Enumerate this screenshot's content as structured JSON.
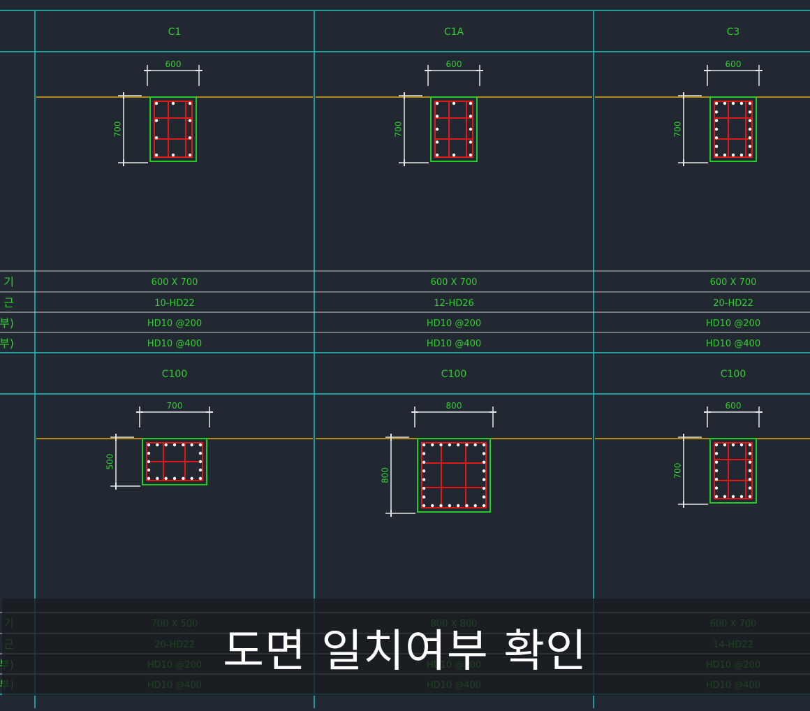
{
  "row_labels": [
    "기",
    "근",
    "부)",
    "부)"
  ],
  "rows": [
    {
      "columns": [
        {
          "name": "C1",
          "width": "600",
          "height": "700",
          "size": "600 X 700",
          "main_rebar": "10-HD22",
          "tie_end": "HD10 @200",
          "tie_mid": "HD10 @400"
        },
        {
          "name": "C1A",
          "width": "600",
          "height": "700",
          "size": "600 X 700",
          "main_rebar": "12-HD26",
          "tie_end": "HD10 @200",
          "tie_mid": "HD10 @400"
        },
        {
          "name": "C3",
          "width": "600",
          "height": "700",
          "size": "600 X 700",
          "main_rebar": "20-HD22",
          "tie_end": "HD10 @200",
          "tie_mid": "HD10 @400"
        }
      ]
    },
    {
      "columns": [
        {
          "name": "C100",
          "width": "700",
          "height": "500",
          "size": "700 X 500",
          "main_rebar": "20-HD22",
          "tie_end": "HD10 @200",
          "tie_mid": "HD10 @400"
        },
        {
          "name": "C100",
          "width": "800",
          "height": "800",
          "size": "800 X 800",
          "main_rebar": "",
          "tie_end": "HD10 @200",
          "tie_mid": "HD10 @400"
        },
        {
          "name": "C100",
          "width": "600",
          "height": "700",
          "size": "600 X 700",
          "main_rebar": "14-HD22",
          "tie_end": "HD10 @200",
          "tie_mid": "HD10 @400"
        }
      ]
    }
  ],
  "caption": "도면 일치여부 확인",
  "colors": {
    "background": "#222831",
    "grid_cyan": "#1fbfbf",
    "row_white": "#c8c8c8",
    "text_green": "#33cc33",
    "section_outline": "#22cc22",
    "rebar_red": "#e01818",
    "level_line": "#b08a14",
    "dimension": "#e8e8e8"
  }
}
